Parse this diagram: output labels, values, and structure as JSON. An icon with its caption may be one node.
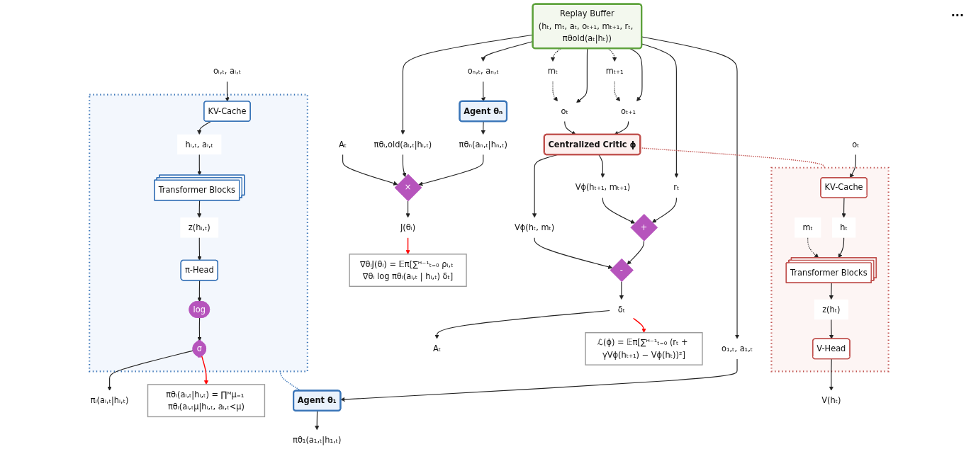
{
  "diagram": {
    "nodes": [
      {
        "text": [
          "oᵢ,ₜ, aᵢ,ₜ"
        ]
      },
      {
        "text": [],
        "shape": "box"
      },
      {
        "text": [
          "KV-Cache"
        ],
        "in": 1
      },
      {
        "text": [
          "hᵢ,ₜ, aᵢ,ₜ"
        ],
        "in": 1
      },
      {
        "text": [
          "Transformer Blocks"
        ],
        "in": 1
      },
      {
        "text": [
          "z(hᵢ,ₜ)"
        ],
        "in": 1
      },
      {
        "text": [
          "π-Head"
        ],
        "in": 1
      },
      {
        "text": [
          "log"
        ],
        "in": 1
      },
      {
        "text": [
          "σ"
        ],
        "in": 1
      },
      {
        "text": [
          "πᵢ(aᵢ,ₜ|hᵢ,ₜ)"
        ]
      },
      {
        "text": [
          "πθᵢ(aᵢ,ₜ|hᵢ,ₜ) = ∏ᴹμ₌₁ πθᵢ(aᵢ,ₜμ|hᵢ,ₜ, aᵢ,ₜ<μ)"
        ]
      },
      {
        "text": [
          "+"
        ]
      },
      {
        "text": [
          "-"
        ]
      },
      {
        "text": [
          "δₜ"
        ]
      },
      {
        "text": [
          "Aₜ"
        ]
      },
      {
        "text": [
          "ℒ(ϕ) = 𝔼π[∑ᴴ⁻¹ₜ₌₀ (rₜ + γVϕ(hₜ₊₁) − Vϕ(hₜ))²]"
        ]
      },
      {
        "text": [
          "Vϕ(hₜ₊₁, mₜ₊₁)"
        ]
      },
      {
        "text": [
          "Vϕ(hₜ, mₜ)"
        ]
      },
      {
        "text": [
          "Centralized Critic ϕ"
        ]
      },
      {
        "text": [
          "rₜ"
        ]
      },
      {
        "text": [
          "oₜ₊₁"
        ]
      },
      {
        "text": [
          "mₜ₊₁"
        ]
      },
      {
        "text": [
          "oₜ"
        ]
      },
      {
        "text": [
          "mₜ"
        ]
      },
      {
        "text": [
          "Replay Buffer",
          "(hₜ, mₜ, aₜ, oₜ₊₁, mₜ₊₁, rₜ, πθold(aₜ|hₜ))"
        ]
      },
      {
        "text": [
          "o₁,ₜ, a₁,ₜ"
        ]
      },
      {
        "text": [
          "oₙ,ₜ, aₙ,ₜ"
        ]
      },
      {
        "text": [
          "πθᵢ,old(aᵢ,ₜ|hᵢ,ₜ)"
        ]
      },
      {
        "text": [
          "Agent θ₁"
        ]
      },
      {
        "text": [
          "Agent θₙ"
        ]
      },
      {
        "text": [
          "πθ₁(a₁,ₜ|h₁,ₜ)"
        ]
      },
      {
        "text": [
          "πθₙ(aₙ,ₜ|hₙ,ₜ)"
        ]
      },
      {
        "text": [
          "Aₜ"
        ]
      },
      {
        "text": [
          "×"
        ]
      },
      {
        "text": [
          "J(θᵢ)"
        ]
      },
      {
        "text": [
          "∇θᵢJ(θᵢ) = 𝔼π[∑ᴴ⁻¹ₜ₌₀ ρᵢ,ₜ ∇θᵢ log πθᵢ(aᵢ,ₜ | hᵢ,ₜ) δₜ]"
        ]
      },
      {
        "text": [
          "oₜ"
        ]
      },
      {
        "text": [],
        "shape": "box"
      },
      {
        "text": [
          "KV-Cache"
        ],
        "in": 37
      },
      {
        "text": [
          "hₜ"
        ],
        "in": 37
      },
      {
        "text": [
          "mₜ"
        ],
        "in": 37
      },
      {
        "text": [
          "Transformer Blocks"
        ],
        "in": 37
      },
      {
        "text": [
          "z(hₜ)"
        ],
        "in": 37
      },
      {
        "text": [
          "V-Head"
        ],
        "in": 37
      },
      {
        "text": [
          "V(hₜ)"
        ]
      }
    ],
    "edges": [
      {
        "from": 0,
        "to": 2,
        "arrow": "to"
      },
      {
        "from": 2,
        "to": 3,
        "arrow": "to"
      },
      {
        "from": 3,
        "to": 4,
        "arrow": "to"
      },
      {
        "from": 4,
        "to": 5,
        "arrow": "to"
      },
      {
        "from": 5,
        "to": 6,
        "arrow": "to"
      },
      {
        "from": 6,
        "to": 7,
        "arrow": "to"
      },
      {
        "from": 7,
        "to": 8,
        "arrow": "to"
      },
      {
        "from": 8,
        "to": 9,
        "arrow": "to"
      },
      {
        "from": 8,
        "to": 10,
        "arrow": "to",
        "color": "#ff0000"
      },
      {
        "from": 1,
        "to": 28,
        "arrow": "none",
        "style": "dashed",
        "color": "#3a75b8"
      },
      {
        "from": 19,
        "to": 11,
        "arrow": "to"
      },
      {
        "from": 16,
        "to": 11,
        "arrow": "to"
      },
      {
        "from": 11,
        "to": 12,
        "arrow": "to"
      },
      {
        "from": 17,
        "to": 12,
        "arrow": "to"
      },
      {
        "from": 12,
        "to": 13,
        "arrow": "to"
      },
      {
        "from": 13,
        "to": 14,
        "arrow": "to"
      },
      {
        "from": 13,
        "to": 15,
        "arrow": "to",
        "color": "#ff0000"
      },
      {
        "from": 18,
        "to": 16,
        "arrow": "to"
      },
      {
        "from": 18,
        "to": 17,
        "arrow": "to"
      },
      {
        "from": 18,
        "to": 37,
        "arrow": "none",
        "style": "dashed",
        "color": "#c0504d"
      },
      {
        "from": 24,
        "to": 19,
        "arrow": "to"
      },
      {
        "from": 24,
        "to": 20,
        "arrow": "to"
      },
      {
        "from": 24,
        "to": 21,
        "arrow": "to",
        "style": "dashed"
      },
      {
        "from": 24,
        "to": 22,
        "arrow": "to"
      },
      {
        "from": 24,
        "to": 23,
        "arrow": "to",
        "style": "dashed"
      },
      {
        "from": 21,
        "to": 20,
        "arrow": "to",
        "style": "dashed"
      },
      {
        "from": 23,
        "to": 22,
        "arrow": "to",
        "style": "dashed"
      },
      {
        "from": 20,
        "to": 18,
        "arrow": "to"
      },
      {
        "from": 22,
        "to": 18,
        "arrow": "to"
      },
      {
        "from": 24,
        "to": 25,
        "arrow": "to"
      },
      {
        "from": 24,
        "to": 26,
        "arrow": "to"
      },
      {
        "from": 24,
        "to": 27,
        "arrow": "to"
      },
      {
        "from": 25,
        "to": 28,
        "arrow": "to"
      },
      {
        "from": 26,
        "to": 29,
        "arrow": "to"
      },
      {
        "from": 28,
        "to": 30,
        "arrow": "to"
      },
      {
        "from": 29,
        "to": 31,
        "arrow": "to"
      },
      {
        "from": 31,
        "to": 33,
        "arrow": "to"
      },
      {
        "from": 27,
        "to": 33,
        "arrow": "to"
      },
      {
        "from": 32,
        "to": 33,
        "arrow": "to"
      },
      {
        "from": 33,
        "to": 34,
        "arrow": "to"
      },
      {
        "from": 34,
        "to": 35,
        "arrow": "to",
        "color": "#ff0000"
      },
      {
        "from": 36,
        "to": 38,
        "arrow": "to"
      },
      {
        "from": 38,
        "to": 39,
        "arrow": "to"
      },
      {
        "from": 39,
        "to": 41,
        "arrow": "to"
      },
      {
        "from": 40,
        "to": 41,
        "arrow": "to",
        "style": "dashed"
      },
      {
        "from": 41,
        "to": 42,
        "arrow": "to"
      },
      {
        "from": 42,
        "to": 43,
        "arrow": "to"
      },
      {
        "from": 43,
        "to": 44,
        "arrow": "to"
      }
    ],
    "labels": [
      "..."
    ]
  }
}
